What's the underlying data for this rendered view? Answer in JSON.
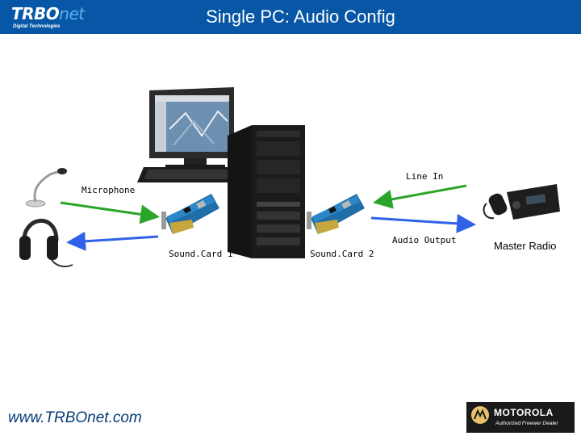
{
  "header": {
    "title": "Single PC: Audio Config",
    "logo_main": "TRBO",
    "logo_suffix": "net",
    "logo_sub": "Digital Technologies"
  },
  "diagram": {
    "microphone_label": "Microphone",
    "line_in_label": "Line In",
    "audio_output_label": "Audio Output",
    "soundcard1_label": "Sound.Card  1",
    "soundcard2_label": "Sound.Card  2",
    "master_radio_label": "Master Radio",
    "colors": {
      "input_arrow": "#2aa52a",
      "output_arrow": "#2f62e8",
      "header": "#0757a6"
    }
  },
  "footer": {
    "url": "www.TRBOnet.com",
    "motorola_name": "MOTOROLA",
    "motorola_sub": "Authorized Freewer Dealer"
  }
}
